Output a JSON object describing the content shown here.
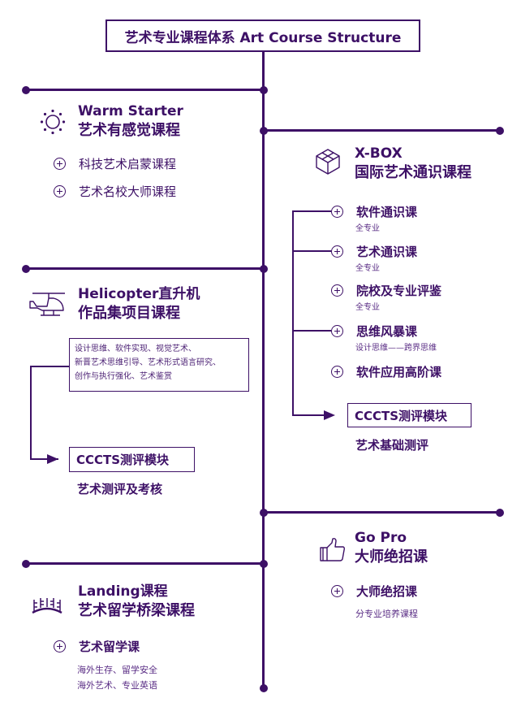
{
  "title": "艺术专业课程体系 Art Course Structure",
  "colors": {
    "primary": "#3d1066",
    "background": "#ffffff"
  },
  "sections": {
    "warm_starter": {
      "icon": "sun-icon",
      "title_en": "Warm Starter",
      "title_cn": "艺术有感觉课程",
      "items": [
        {
          "label": "科技艺术启蒙课程"
        },
        {
          "label": "艺术名校大师课程"
        }
      ]
    },
    "xbox": {
      "icon": "box-icon",
      "title_en": "X-BOX",
      "title_cn": "国际艺术通识课程",
      "items": [
        {
          "label": "软件通识课",
          "sub": "全专业"
        },
        {
          "label": "艺术通识课",
          "sub": "全专业"
        },
        {
          "label": "院校及专业评鉴",
          "sub": "全专业"
        },
        {
          "label": "思维风暴课",
          "sub": "设计思维——跨界思维"
        },
        {
          "label": "软件应用高阶课"
        }
      ],
      "module": {
        "label": "CCCTS测评模块",
        "sub": "艺术基础测评"
      }
    },
    "helicopter": {
      "icon": "helicopter-icon",
      "title_en": "Helicopter直升机",
      "title_cn": "作品集项目课程",
      "description": [
        "设计思维、软件实现、视觉艺术、",
        "新晋艺术思维引导、艺术形式语言研究、",
        "创作与执行强化、艺术鉴赏"
      ],
      "module": {
        "label": "CCCTS测评模块",
        "sub": "艺术测评及考核"
      }
    },
    "gopro": {
      "icon": "thumbs-up-icon",
      "title_en": "Go Pro",
      "title_cn": "大师绝招课",
      "items": [
        {
          "label": "大师绝招课",
          "sub": "分专业培养课程"
        }
      ]
    },
    "landing": {
      "icon": "bridge-icon",
      "title_en": "Landing课程",
      "title_cn": "艺术留学桥梁课程",
      "items": [
        {
          "label": "艺术留学课"
        }
      ],
      "notes": [
        "海外生存、留学安全",
        "海外艺术、专业英语"
      ]
    }
  }
}
